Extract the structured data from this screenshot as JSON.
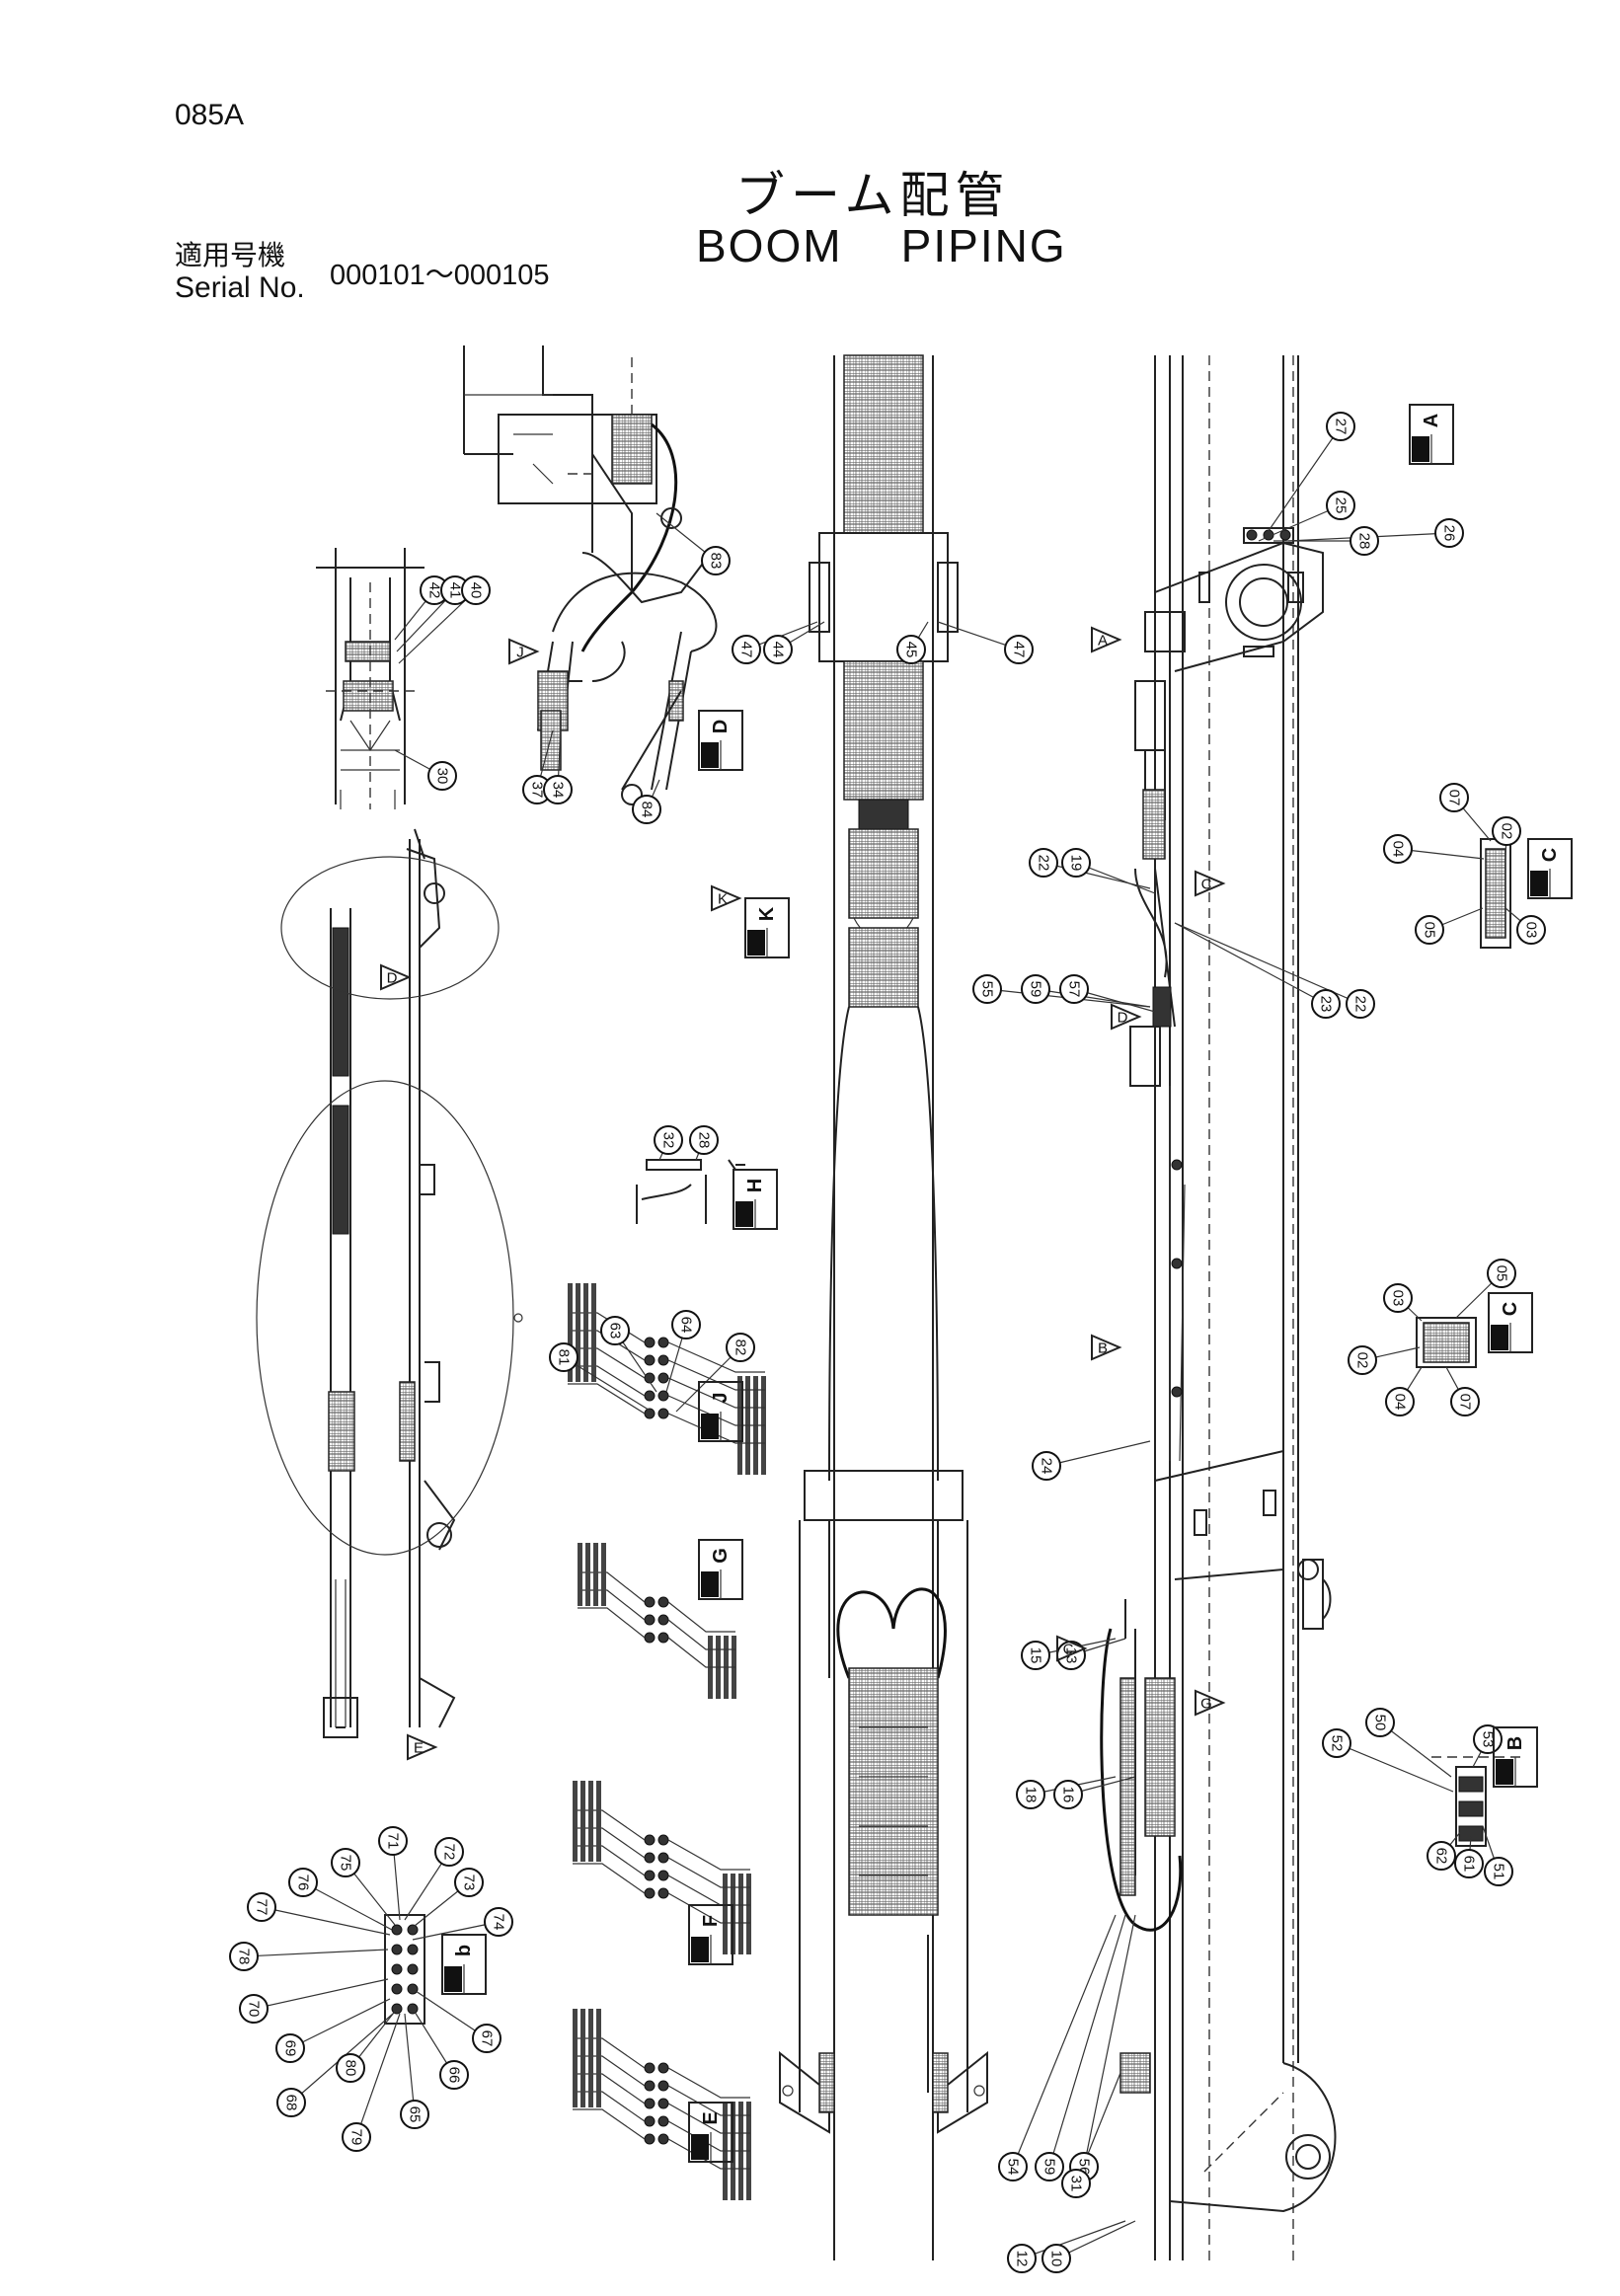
{
  "header": {
    "page_code": "085A",
    "title_jp": "ブーム配管",
    "title_en": "BOOM    PIPING",
    "serial_label_jp": "適用号機",
    "serial_label_en": "Serial No.",
    "serial_range": "000101～000105"
  },
  "callouts": [
    {
      "id": "83"
    },
    {
      "id": "42"
    },
    {
      "id": "41"
    },
    {
      "id": "40"
    },
    {
      "id": "30"
    },
    {
      "id": "37"
    },
    {
      "id": "34"
    },
    {
      "id": "84"
    },
    {
      "id": "47"
    },
    {
      "id": "44"
    },
    {
      "id": "45"
    },
    {
      "id": "47"
    },
    {
      "id": "27"
    },
    {
      "id": "25"
    },
    {
      "id": "28"
    },
    {
      "id": "26"
    },
    {
      "id": "22"
    },
    {
      "id": "19"
    },
    {
      "id": "55"
    },
    {
      "id": "59"
    },
    {
      "id": "57"
    },
    {
      "id": "23"
    },
    {
      "id": "22"
    },
    {
      "id": "07"
    },
    {
      "id": "04"
    },
    {
      "id": "02"
    },
    {
      "id": "05"
    },
    {
      "id": "03"
    },
    {
      "id": "32"
    },
    {
      "id": "28"
    },
    {
      "id": "81"
    },
    {
      "id": "63"
    },
    {
      "id": "64"
    },
    {
      "id": "82"
    },
    {
      "id": "03"
    },
    {
      "id": "05"
    },
    {
      "id": "02"
    },
    {
      "id": "04"
    },
    {
      "id": "07"
    },
    {
      "id": "24"
    },
    {
      "id": "15"
    },
    {
      "id": "13"
    },
    {
      "id": "18"
    },
    {
      "id": "16"
    },
    {
      "id": "50"
    },
    {
      "id": "53"
    },
    {
      "id": "52"
    },
    {
      "id": "62"
    },
    {
      "id": "61"
    },
    {
      "id": "51"
    },
    {
      "id": "71"
    },
    {
      "id": "72"
    },
    {
      "id": "75"
    },
    {
      "id": "76"
    },
    {
      "id": "77"
    },
    {
      "id": "73"
    },
    {
      "id": "74"
    },
    {
      "id": "78"
    },
    {
      "id": "70"
    },
    {
      "id": "69"
    },
    {
      "id": "80"
    },
    {
      "id": "68"
    },
    {
      "id": "79"
    },
    {
      "id": "65"
    },
    {
      "id": "66"
    },
    {
      "id": "67"
    },
    {
      "id": "54"
    },
    {
      "id": "59"
    },
    {
      "id": "56"
    },
    {
      "id": "31"
    },
    {
      "id": "12"
    },
    {
      "id": "10"
    }
  ],
  "detail_boxes": [
    {
      "id": "A"
    },
    {
      "id": "C"
    },
    {
      "id": "K"
    },
    {
      "id": "D"
    },
    {
      "id": "H"
    },
    {
      "id": "J"
    },
    {
      "id": "C"
    },
    {
      "id": "G"
    },
    {
      "id": "B"
    },
    {
      "id": "b"
    },
    {
      "id": "F"
    },
    {
      "id": "E"
    }
  ],
  "view_arrows": [
    {
      "id": "A"
    },
    {
      "id": "C"
    },
    {
      "id": "D"
    },
    {
      "id": "B"
    },
    {
      "id": "J"
    },
    {
      "id": "G"
    },
    {
      "id": "E"
    },
    {
      "id": "C"
    },
    {
      "id": "K"
    },
    {
      "id": "D"
    }
  ]
}
